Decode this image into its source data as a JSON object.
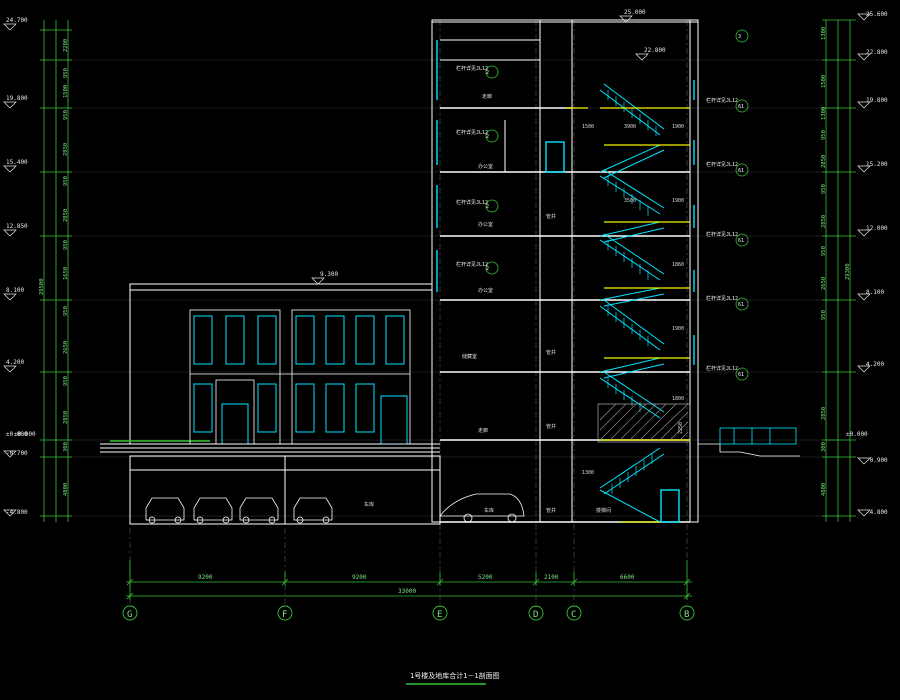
{
  "drawing": {
    "title": "1号楼及地库合计1－1剖面图",
    "colors": {
      "background": "#000000",
      "outline": "#ffffff",
      "window": "#00e5ff",
      "stair": "#00e5ff",
      "stair_edge": "#f4f400",
      "dimension": "#36c236",
      "grid_line": "#555555",
      "level_line": "#3a3a3a",
      "hatch": "#9a9a9a"
    },
    "left_elevations": [
      "24.700",
      "19.800",
      "15.400",
      "12.850",
      "8.100",
      "4.200",
      "±0.000",
      "-0.700",
      "-4.800"
    ],
    "right_elevations": [
      "25.600",
      "22.800",
      "19.800",
      "15.200",
      "12.000",
      "8.100",
      "4.200",
      "-0.900",
      "-4.800"
    ],
    "roof_levels": {
      "tower_top": "25.000",
      "tower_roof": "22.800",
      "podium_roof": "9.300"
    },
    "ground_mark": "±0.000",
    "left_dims": [
      "2200",
      "950",
      "1500",
      "950",
      "2850",
      "950",
      "2850",
      "950",
      "1650",
      "950",
      "2650",
      "950",
      "2850",
      "300",
      "4800"
    ],
    "left_total": "29500",
    "right_dims": [
      "1300",
      "1500",
      "1300",
      "950",
      "2850",
      "950",
      "2850",
      "950",
      "2650",
      "950",
      "2850",
      "300",
      "4800"
    ],
    "right_total": "29300",
    "bay_dims": [
      "9200",
      "9200",
      "5200",
      "2100",
      "6600"
    ],
    "overall_dim": "33000",
    "grid_axes": [
      "G",
      "F",
      "E",
      "D",
      "C",
      "B"
    ],
    "callouts": [
      "2",
      "61",
      "3",
      "31"
    ],
    "callout_note": "栏杆详见JL12",
    "stair_dims": [
      "1500",
      "1900",
      "3900",
      "1900",
      "3500",
      "1860",
      "2250",
      "1900",
      "1800",
      "1300"
    ],
    "rooms": [
      "走廊",
      "楼梯间",
      "办公室",
      "储藏室",
      "车库",
      "管井"
    ]
  }
}
